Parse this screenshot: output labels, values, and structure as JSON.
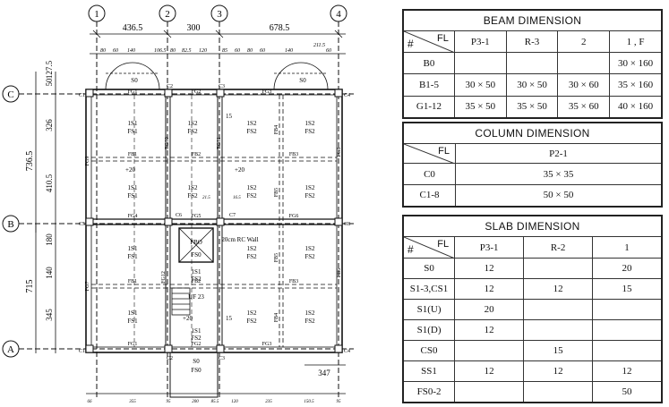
{
  "plan": {
    "grid_cols": [
      "1",
      "2",
      "3",
      "4"
    ],
    "grid_rows": [
      "C",
      "B",
      "A"
    ],
    "top_dims": [
      "436.5",
      "300",
      "678.5"
    ],
    "left_total": "736.5",
    "left_total2": "715",
    "left_dims": [
      "50",
      "127.5",
      "326",
      "410.5",
      "180",
      "140",
      "345"
    ],
    "top_sub": [
      "80",
      "60",
      "140",
      "106.5",
      "80",
      "82.5",
      "120",
      "85",
      "60",
      "80",
      "60",
      "140",
      "211.5",
      "60"
    ],
    "bottom_dims": [
      "66",
      "355",
      "95",
      "200",
      "85.5",
      "120",
      "235",
      "150.5",
      "95"
    ],
    "dim_347": "347",
    "col_labels": [
      "C1",
      "C2",
      "C3",
      "C4",
      "C5",
      "C6",
      "C7",
      "C8",
      "C1",
      "C2",
      "C3",
      "C4"
    ],
    "slabs": [
      [
        "1S1",
        "FS1"
      ],
      [
        "1S2",
        "FS2"
      ],
      [
        "1S2",
        "FS2"
      ],
      [
        "1S2",
        "FS2"
      ],
      [
        "1S1",
        "FS1"
      ],
      [
        "1S2",
        "FS2"
      ],
      [
        "1S2",
        "FS2"
      ],
      [
        "1S2",
        "FS2"
      ],
      [
        "1S1",
        "FS1"
      ],
      [
        "1S2",
        "FS2"
      ],
      [
        "1S2",
        "FS2"
      ],
      [
        "1S1",
        "FS1"
      ],
      [
        "1S2",
        "FS2"
      ],
      [
        "1S2",
        "FS2"
      ]
    ],
    "beams": [
      "FG1",
      "FG2",
      "FG3",
      "FB1",
      "FB2",
      "FB3",
      "FG4",
      "FG5",
      "FG6",
      "FB1",
      "FB2",
      "FB3",
      "FG1",
      "FG2",
      "FG3",
      "FG7",
      "FG8",
      "FG9",
      "FG10",
      "FG11",
      "FG12",
      "FB4",
      "FB5",
      "FB6",
      "FB4",
      "FB5"
    ],
    "s0": "S0",
    "fs0": "FS0",
    "fbo": "FBO",
    "wall_note": "20cm RC Wall",
    "level": "+20",
    "uf": "UF 23",
    "t15": "15",
    "s2_labels": [
      "1S1",
      "FS2",
      "FS1",
      "FS2"
    ],
    "small_dims": [
      "21.5",
      "16.5",
      "23.5"
    ]
  },
  "beam_table": {
    "title": "BEAM DIMENSION",
    "hash": "#",
    "fl": "FL",
    "headers": [
      "P3-1",
      "R-3",
      "2",
      "1 , F"
    ],
    "rows": [
      [
        "B0",
        "",
        "",
        "",
        "30 × 160"
      ],
      [
        "B1-5",
        "30 × 50",
        "30 × 50",
        "30 × 60",
        "35 × 160"
      ],
      [
        "G1-12",
        "35 × 50",
        "35 × 50",
        "35 × 60",
        "40 × 160"
      ]
    ]
  },
  "column_table": {
    "title": "COLUMN DIMENSION",
    "fl": "FL",
    "headers": [
      "P2-1"
    ],
    "rows": [
      [
        "C0",
        "35 × 35"
      ],
      [
        "C1-8",
        "50 × 50"
      ]
    ]
  },
  "slab_table": {
    "title": "SLAB DIMENSION",
    "hash": "#",
    "fl": "FL",
    "headers": [
      "P3-1",
      "R-2",
      "1"
    ],
    "rows": [
      [
        "S0",
        "12",
        "",
        "20"
      ],
      [
        "S1-3,CS1",
        "12",
        "12",
        "15"
      ],
      [
        "S1(U)",
        "20",
        "",
        ""
      ],
      [
        "S1(D)",
        "12",
        "",
        ""
      ],
      [
        "CS0",
        "",
        "15",
        ""
      ],
      [
        "SS1",
        "12",
        "12",
        "12"
      ],
      [
        "FS0-2",
        "",
        "",
        "50"
      ]
    ]
  }
}
